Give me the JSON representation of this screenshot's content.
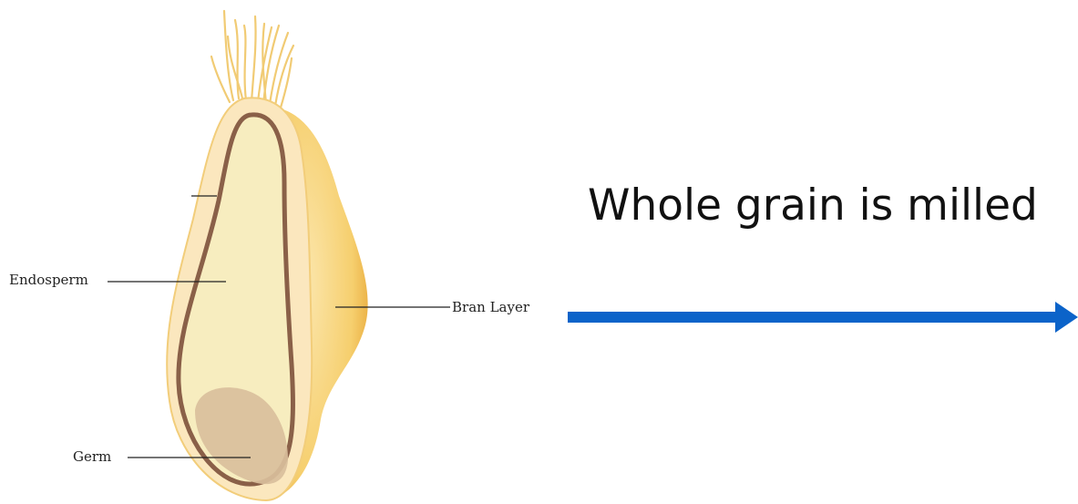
{
  "diagram": {
    "labels": {
      "endosperm": "Endosperm",
      "bran": "Bran Layer",
      "germ": "Germ"
    },
    "caption": "Whole grain is milled"
  },
  "colors": {
    "hull_outer": "#f6d27a",
    "hull_edge": "#e9b54a",
    "shell": "#fbe8bf",
    "endosperm": "#f7edbf",
    "endosperm_outline": "#8a6048",
    "germ": "#d9bf9c",
    "bristle": "#f3d07e",
    "arrow": "#0b63c9"
  }
}
